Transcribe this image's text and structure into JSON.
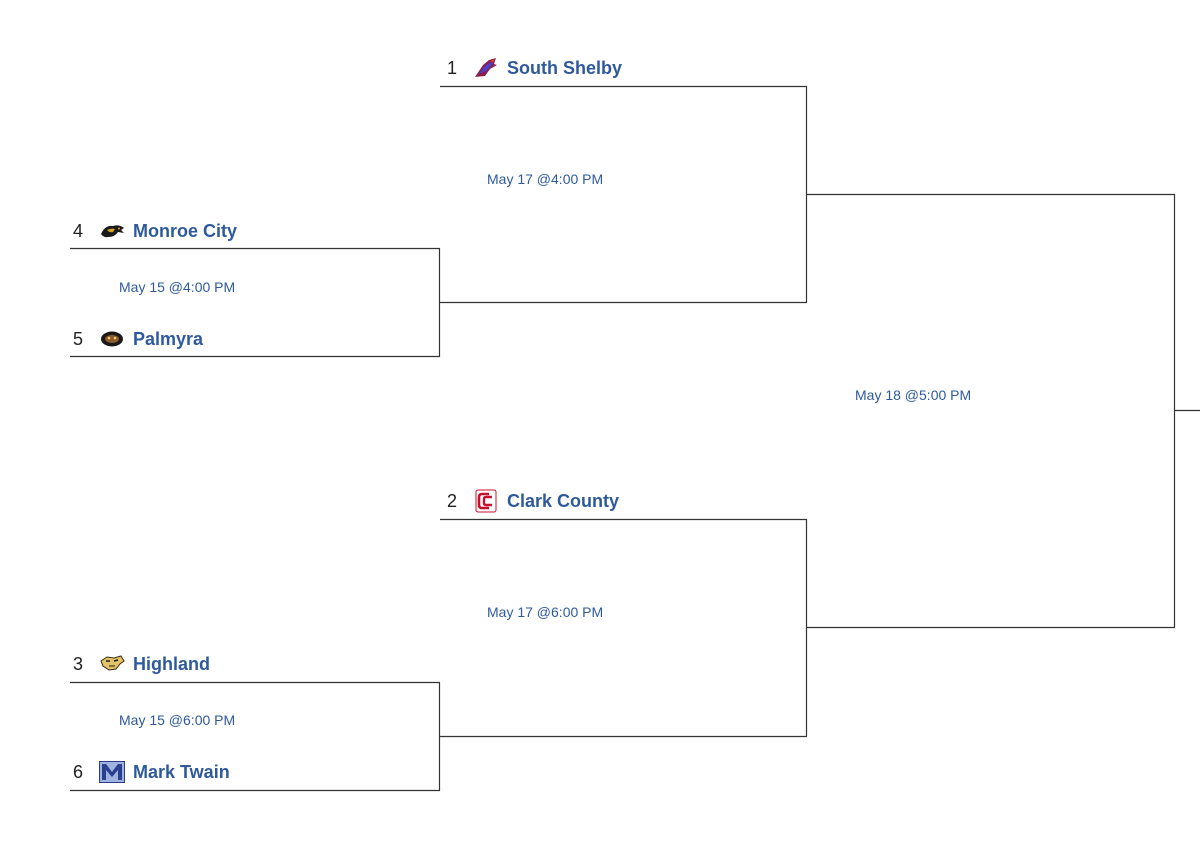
{
  "colors": {
    "line": "#333333",
    "team_link": "#2e5a9c",
    "seed": "#222222"
  },
  "bracket": {
    "first_round": [
      {
        "date": "May 15 @4:00 PM",
        "top": {
          "seed": "4",
          "name": "Monroe City",
          "icon": "monroe-city-panther-icon"
        },
        "bottom": {
          "seed": "5",
          "name": "Palmyra",
          "icon": "palmyra-panther-icon"
        }
      },
      {
        "date": "May 15 @6:00 PM",
        "top": {
          "seed": "3",
          "name": "Highland",
          "icon": "highland-cougar-icon"
        },
        "bottom": {
          "seed": "6",
          "name": "Mark Twain",
          "icon": "mark-twain-m-icon"
        }
      }
    ],
    "semifinals": [
      {
        "date": "May 17 @4:00 PM",
        "top": {
          "seed": "1",
          "name": "South Shelby",
          "icon": "south-shelby-cardinal-icon"
        }
      },
      {
        "date": "May 17 @6:00 PM",
        "top": {
          "seed": "2",
          "name": "Clark County",
          "icon": "clark-county-cc-icon"
        }
      }
    ],
    "final": {
      "date": "May 18 @5:00 PM"
    }
  }
}
